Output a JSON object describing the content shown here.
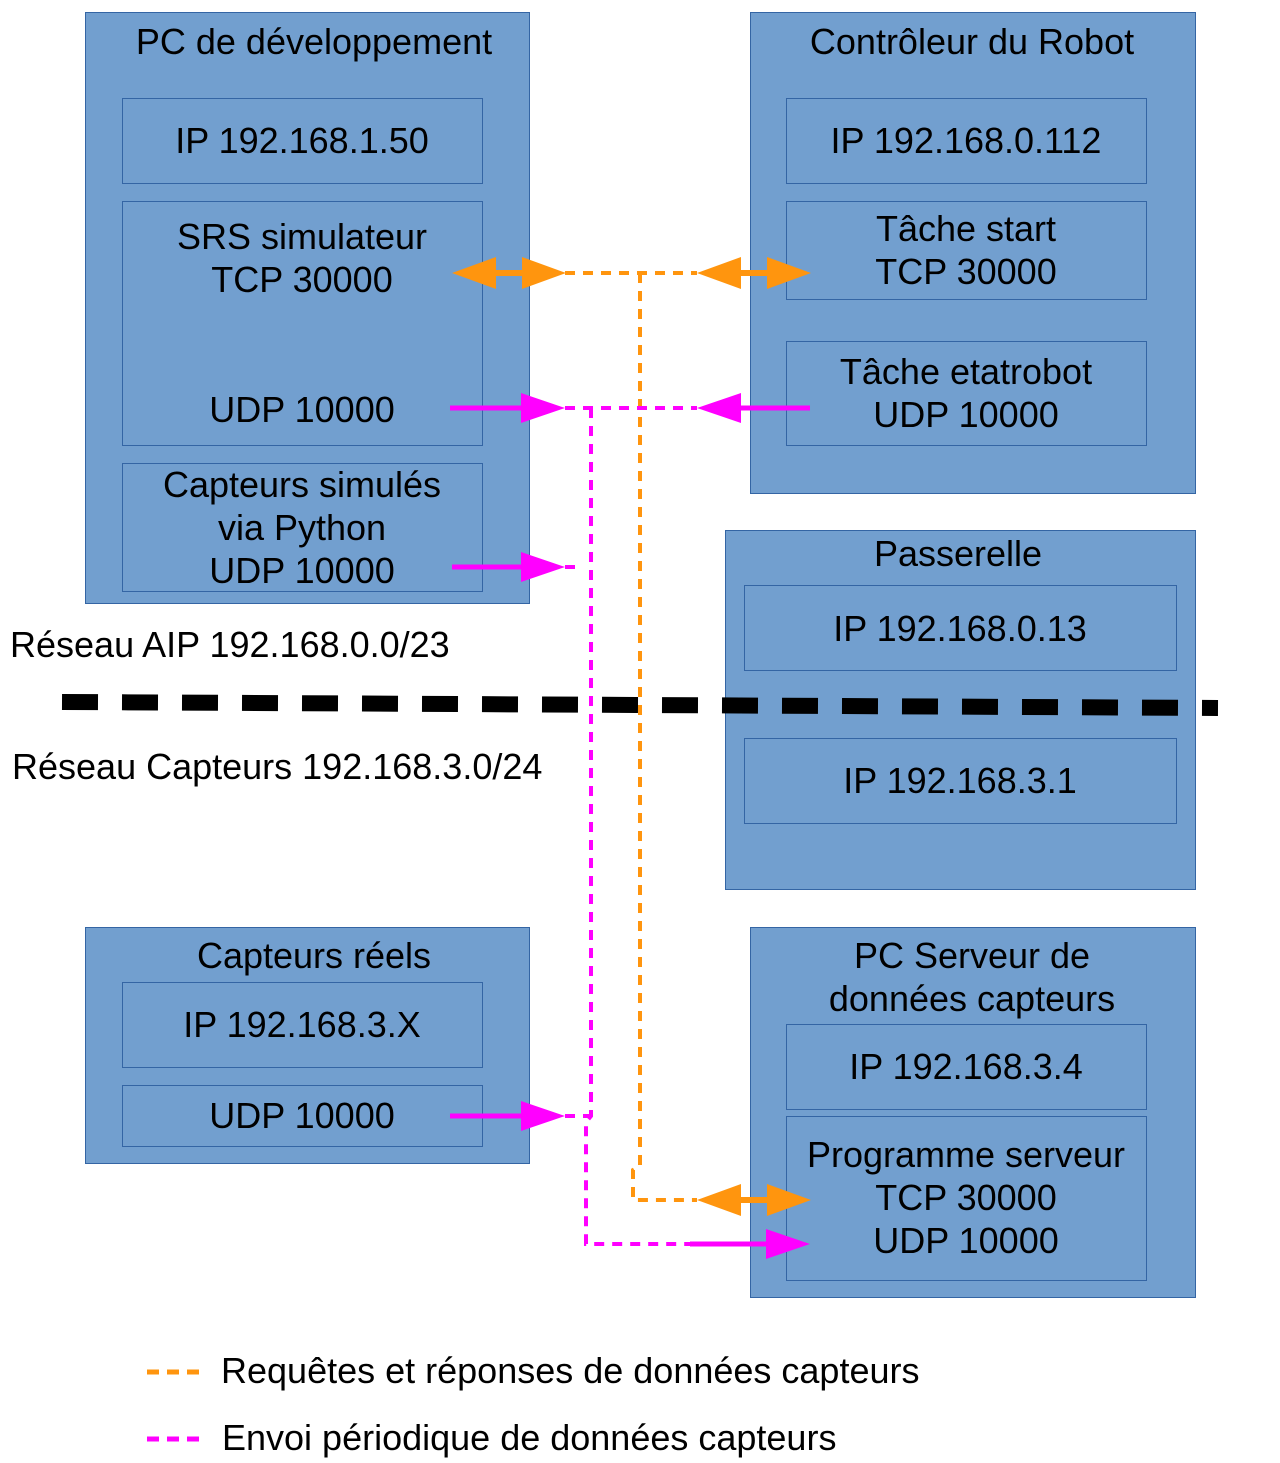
{
  "colors": {
    "node_fill": "#729fcf",
    "node_border": "#3465a4",
    "request_line": "#ff950e",
    "periodic_line": "#ff00ff",
    "network_separator": "#000000"
  },
  "nodes": {
    "dev_pc": {
      "title": "PC de développement",
      "ip": "IP 192.168.1.50",
      "srs_line1": "SRS simulateur",
      "srs_tcp": "TCP 30000",
      "srs_udp": "UDP 10000",
      "sensors_line1": "Capteurs simulés",
      "sensors_line2": "via Python",
      "sensors_udp": "UDP 10000"
    },
    "robot": {
      "title": "Contrôleur du Robot",
      "ip": "IP 192.168.0.112",
      "start_line1": "Tâche start",
      "start_tcp": "TCP 30000",
      "etat_line1": "Tâche etatrobot",
      "etat_udp": "UDP 10000"
    },
    "gateway": {
      "title": "Passerelle",
      "ip_aip": "IP 192.168.0.13",
      "ip_sensors": "IP 192.168.3.1"
    },
    "real_sensors": {
      "title": "Capteurs réels",
      "ip": "IP 192.168.3.X",
      "udp": "UDP 10000"
    },
    "server": {
      "title_line1": "PC Serveur de",
      "title_line2": "données capteurs",
      "ip": "IP 192.168.3.4",
      "prog_line1": "Programme serveur",
      "prog_tcp": "TCP 30000",
      "prog_udp": "UDP 10000"
    }
  },
  "networks": {
    "aip": "Réseau AIP 192.168.0.0/23",
    "sensors": "Réseau Capteurs 192.168.3.0/24"
  },
  "legend": {
    "request": "Requêtes et réponses de données capteurs",
    "periodic": "Envoi périodique de données capteurs"
  }
}
